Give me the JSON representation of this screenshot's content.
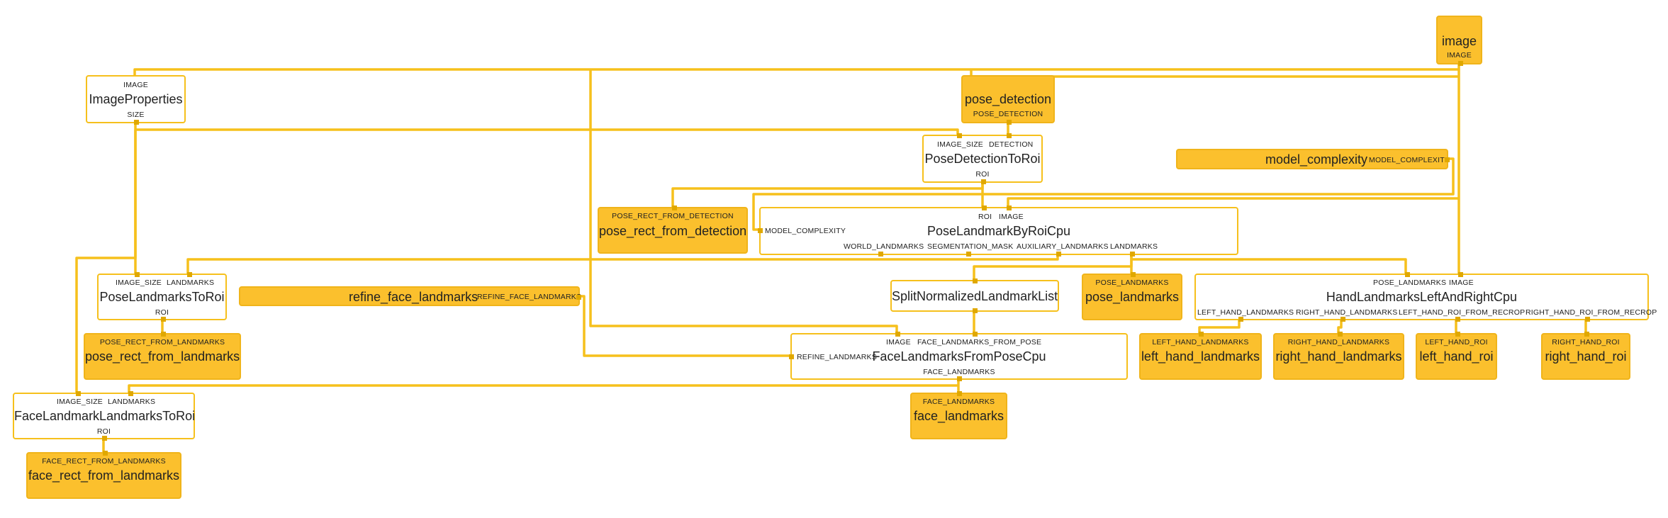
{
  "colors": {
    "edge": "#f6c01c",
    "stream_fill": "#fbc02d",
    "calculator_border": "#f6c01c",
    "port": "#e0a800"
  },
  "nodes": {
    "image": {
      "name": "image",
      "outputs": [
        "IMAGE"
      ]
    },
    "image_properties": {
      "name": "ImageProperties",
      "inputs": [
        "IMAGE"
      ],
      "outputs": [
        "SIZE"
      ]
    },
    "pose_detection": {
      "name": "pose_detection",
      "outputs": [
        "POSE_DETECTION"
      ]
    },
    "pose_detection_to_roi": {
      "name": "PoseDetectionToRoi",
      "inputs": [
        "IMAGE_SIZE",
        "DETECTION"
      ],
      "outputs": [
        "ROI"
      ]
    },
    "model_complexity": {
      "name": "model_complexity",
      "outputs": [
        "MODEL_COMPLEXITY"
      ]
    },
    "pose_rect_from_detection": {
      "name": "pose_rect_from_detection",
      "inputs": [
        "POSE_RECT_FROM_DETECTION"
      ]
    },
    "pose_landmark_by_roi_cpu": {
      "name": "PoseLandmarkByRoiCpu",
      "inputs": [
        "ROI",
        "IMAGE",
        "MODEL_COMPLEXITY"
      ],
      "outputs": [
        "WORLD_LANDMARKS",
        "SEGMENTATION_MASK",
        "AUXILIARY_LANDMARKS",
        "LANDMARKS"
      ]
    },
    "pose_landmarks_to_roi": {
      "name": "PoseLandmarksToRoi",
      "inputs": [
        "IMAGE_SIZE",
        "LANDMARKS"
      ],
      "outputs": [
        "ROI"
      ]
    },
    "refine_face_landmarks": {
      "name": "refine_face_landmarks",
      "outputs": [
        "REFINE_FACE_LANDMARKS"
      ]
    },
    "split_normalized_landmark_list": {
      "name": "SplitNormalizedLandmarkList"
    },
    "pose_landmarks": {
      "name": "pose_landmarks",
      "inputs": [
        "POSE_LANDMARKS"
      ]
    },
    "hand_landmarks_left_and_right_cpu": {
      "name": "HandLandmarksLeftAndRightCpu",
      "inputs": [
        "POSE_LANDMARKS",
        "IMAGE"
      ],
      "outputs": [
        "LEFT_HAND_LANDMARKS",
        "RIGHT_HAND_LANDMARKS",
        "LEFT_HAND_ROI_FROM_RECROP",
        "RIGHT_HAND_ROI_FROM_RECROP"
      ]
    },
    "pose_rect_from_landmarks": {
      "name": "pose_rect_from_landmarks",
      "inputs": [
        "POSE_RECT_FROM_LANDMARKS"
      ]
    },
    "face_landmarks_from_pose_cpu": {
      "name": "FaceLandmarksFromPoseCpu",
      "inputs": [
        "IMAGE",
        "FACE_LANDMARKS_FROM_POSE",
        "REFINE_LANDMARKS"
      ],
      "outputs": [
        "FACE_LANDMARKS"
      ]
    },
    "left_hand_landmarks": {
      "name": "left_hand_landmarks",
      "inputs": [
        "LEFT_HAND_LANDMARKS"
      ]
    },
    "right_hand_landmarks": {
      "name": "right_hand_landmarks",
      "inputs": [
        "RIGHT_HAND_LANDMARKS"
      ]
    },
    "left_hand_roi": {
      "name": "left_hand_roi",
      "inputs": [
        "LEFT_HAND_ROI"
      ]
    },
    "right_hand_roi": {
      "name": "right_hand_roi",
      "inputs": [
        "RIGHT_HAND_ROI"
      ]
    },
    "face_landmark_landmarks_to_roi": {
      "name": "FaceLandmarkLandmarksToRoi",
      "inputs": [
        "IMAGE_SIZE",
        "LANDMARKS"
      ],
      "outputs": [
        "ROI"
      ]
    },
    "face_landmarks": {
      "name": "face_landmarks",
      "inputs": [
        "FACE_LANDMARKS"
      ]
    },
    "face_rect_from_landmarks": {
      "name": "face_rect_from_landmarks",
      "inputs": [
        "FACE_RECT_FROM_LANDMARKS"
      ]
    }
  }
}
